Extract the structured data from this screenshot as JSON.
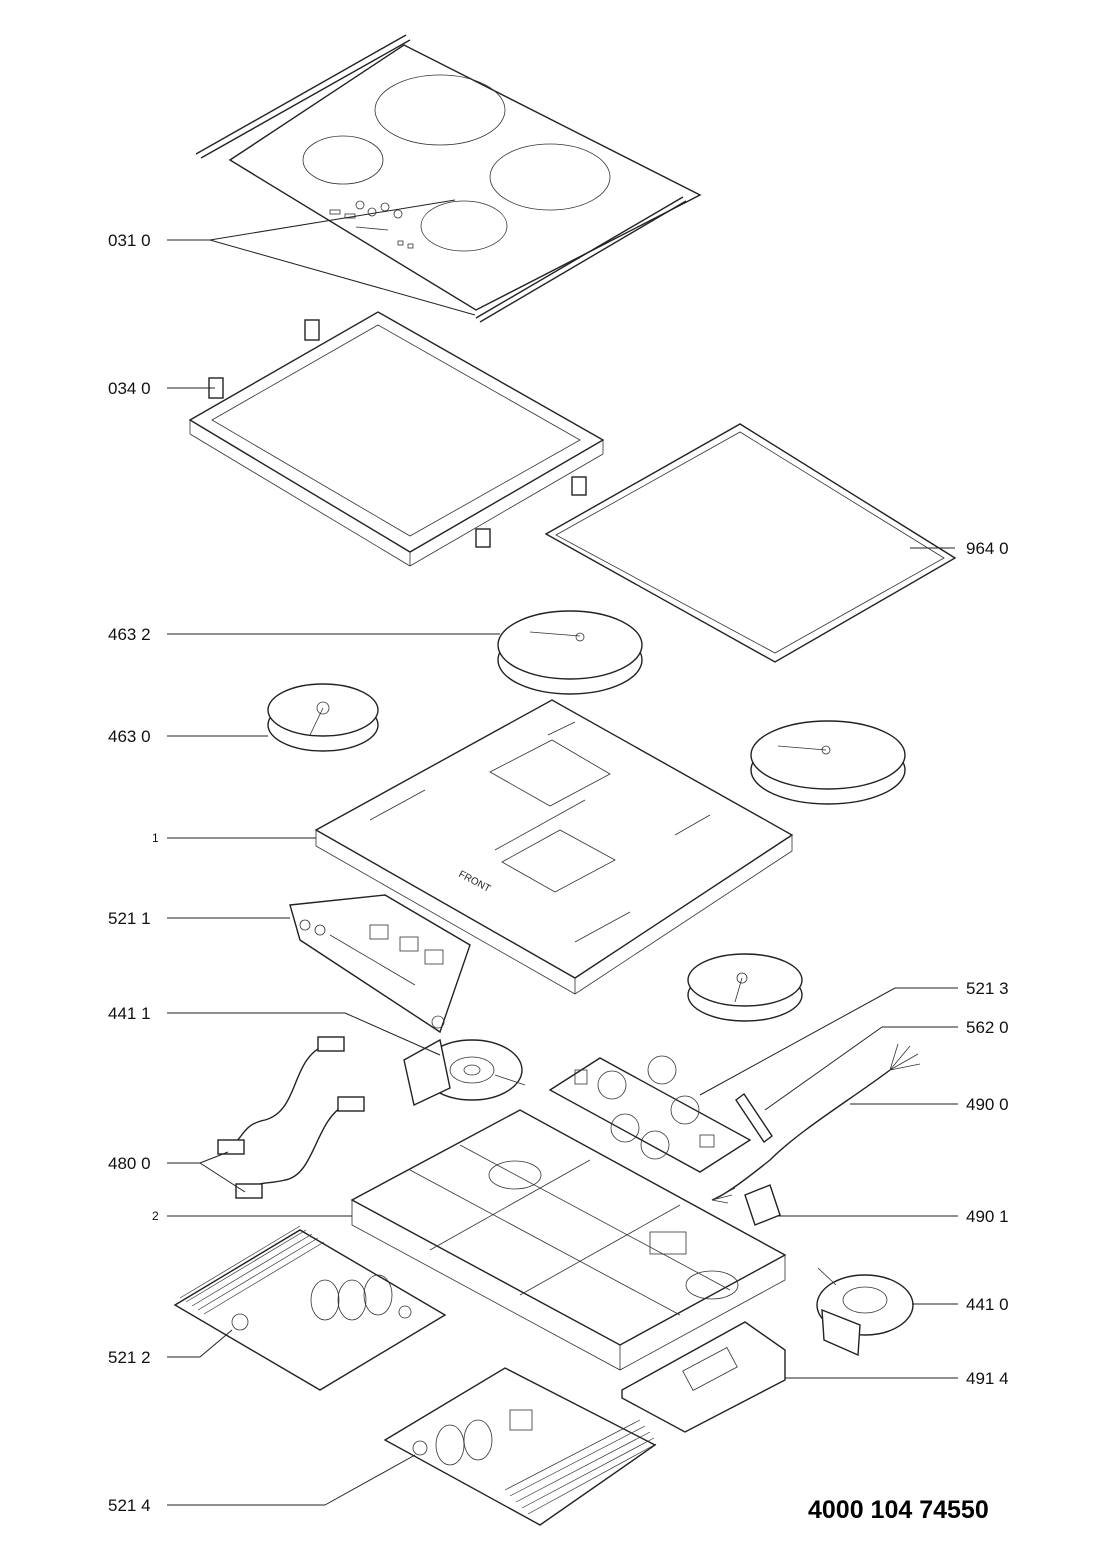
{
  "document_number": "4000 104 74550",
  "front_marking": "FRONT",
  "callouts": [
    {
      "id": "c-0310",
      "text": "031 0"
    },
    {
      "id": "c-0340",
      "text": "034 0"
    },
    {
      "id": "c-9640",
      "text": "964 0"
    },
    {
      "id": "c-4632",
      "text": "463 2"
    },
    {
      "id": "c-4630",
      "text": "463 0"
    },
    {
      "id": "c-1",
      "text": "1"
    },
    {
      "id": "c-5211",
      "text": "521 1"
    },
    {
      "id": "c-5213",
      "text": "521 3"
    },
    {
      "id": "c-4411",
      "text": "441 1"
    },
    {
      "id": "c-5620",
      "text": "562 0"
    },
    {
      "id": "c-4900",
      "text": "490 0"
    },
    {
      "id": "c-4800",
      "text": "480 0"
    },
    {
      "id": "c-2",
      "text": "2"
    },
    {
      "id": "c-4901",
      "text": "490 1"
    },
    {
      "id": "c-4410",
      "text": "441 0"
    },
    {
      "id": "c-5212",
      "text": "521 2"
    },
    {
      "id": "c-4914",
      "text": "491 4"
    },
    {
      "id": "c-5214",
      "text": "521 4"
    }
  ]
}
